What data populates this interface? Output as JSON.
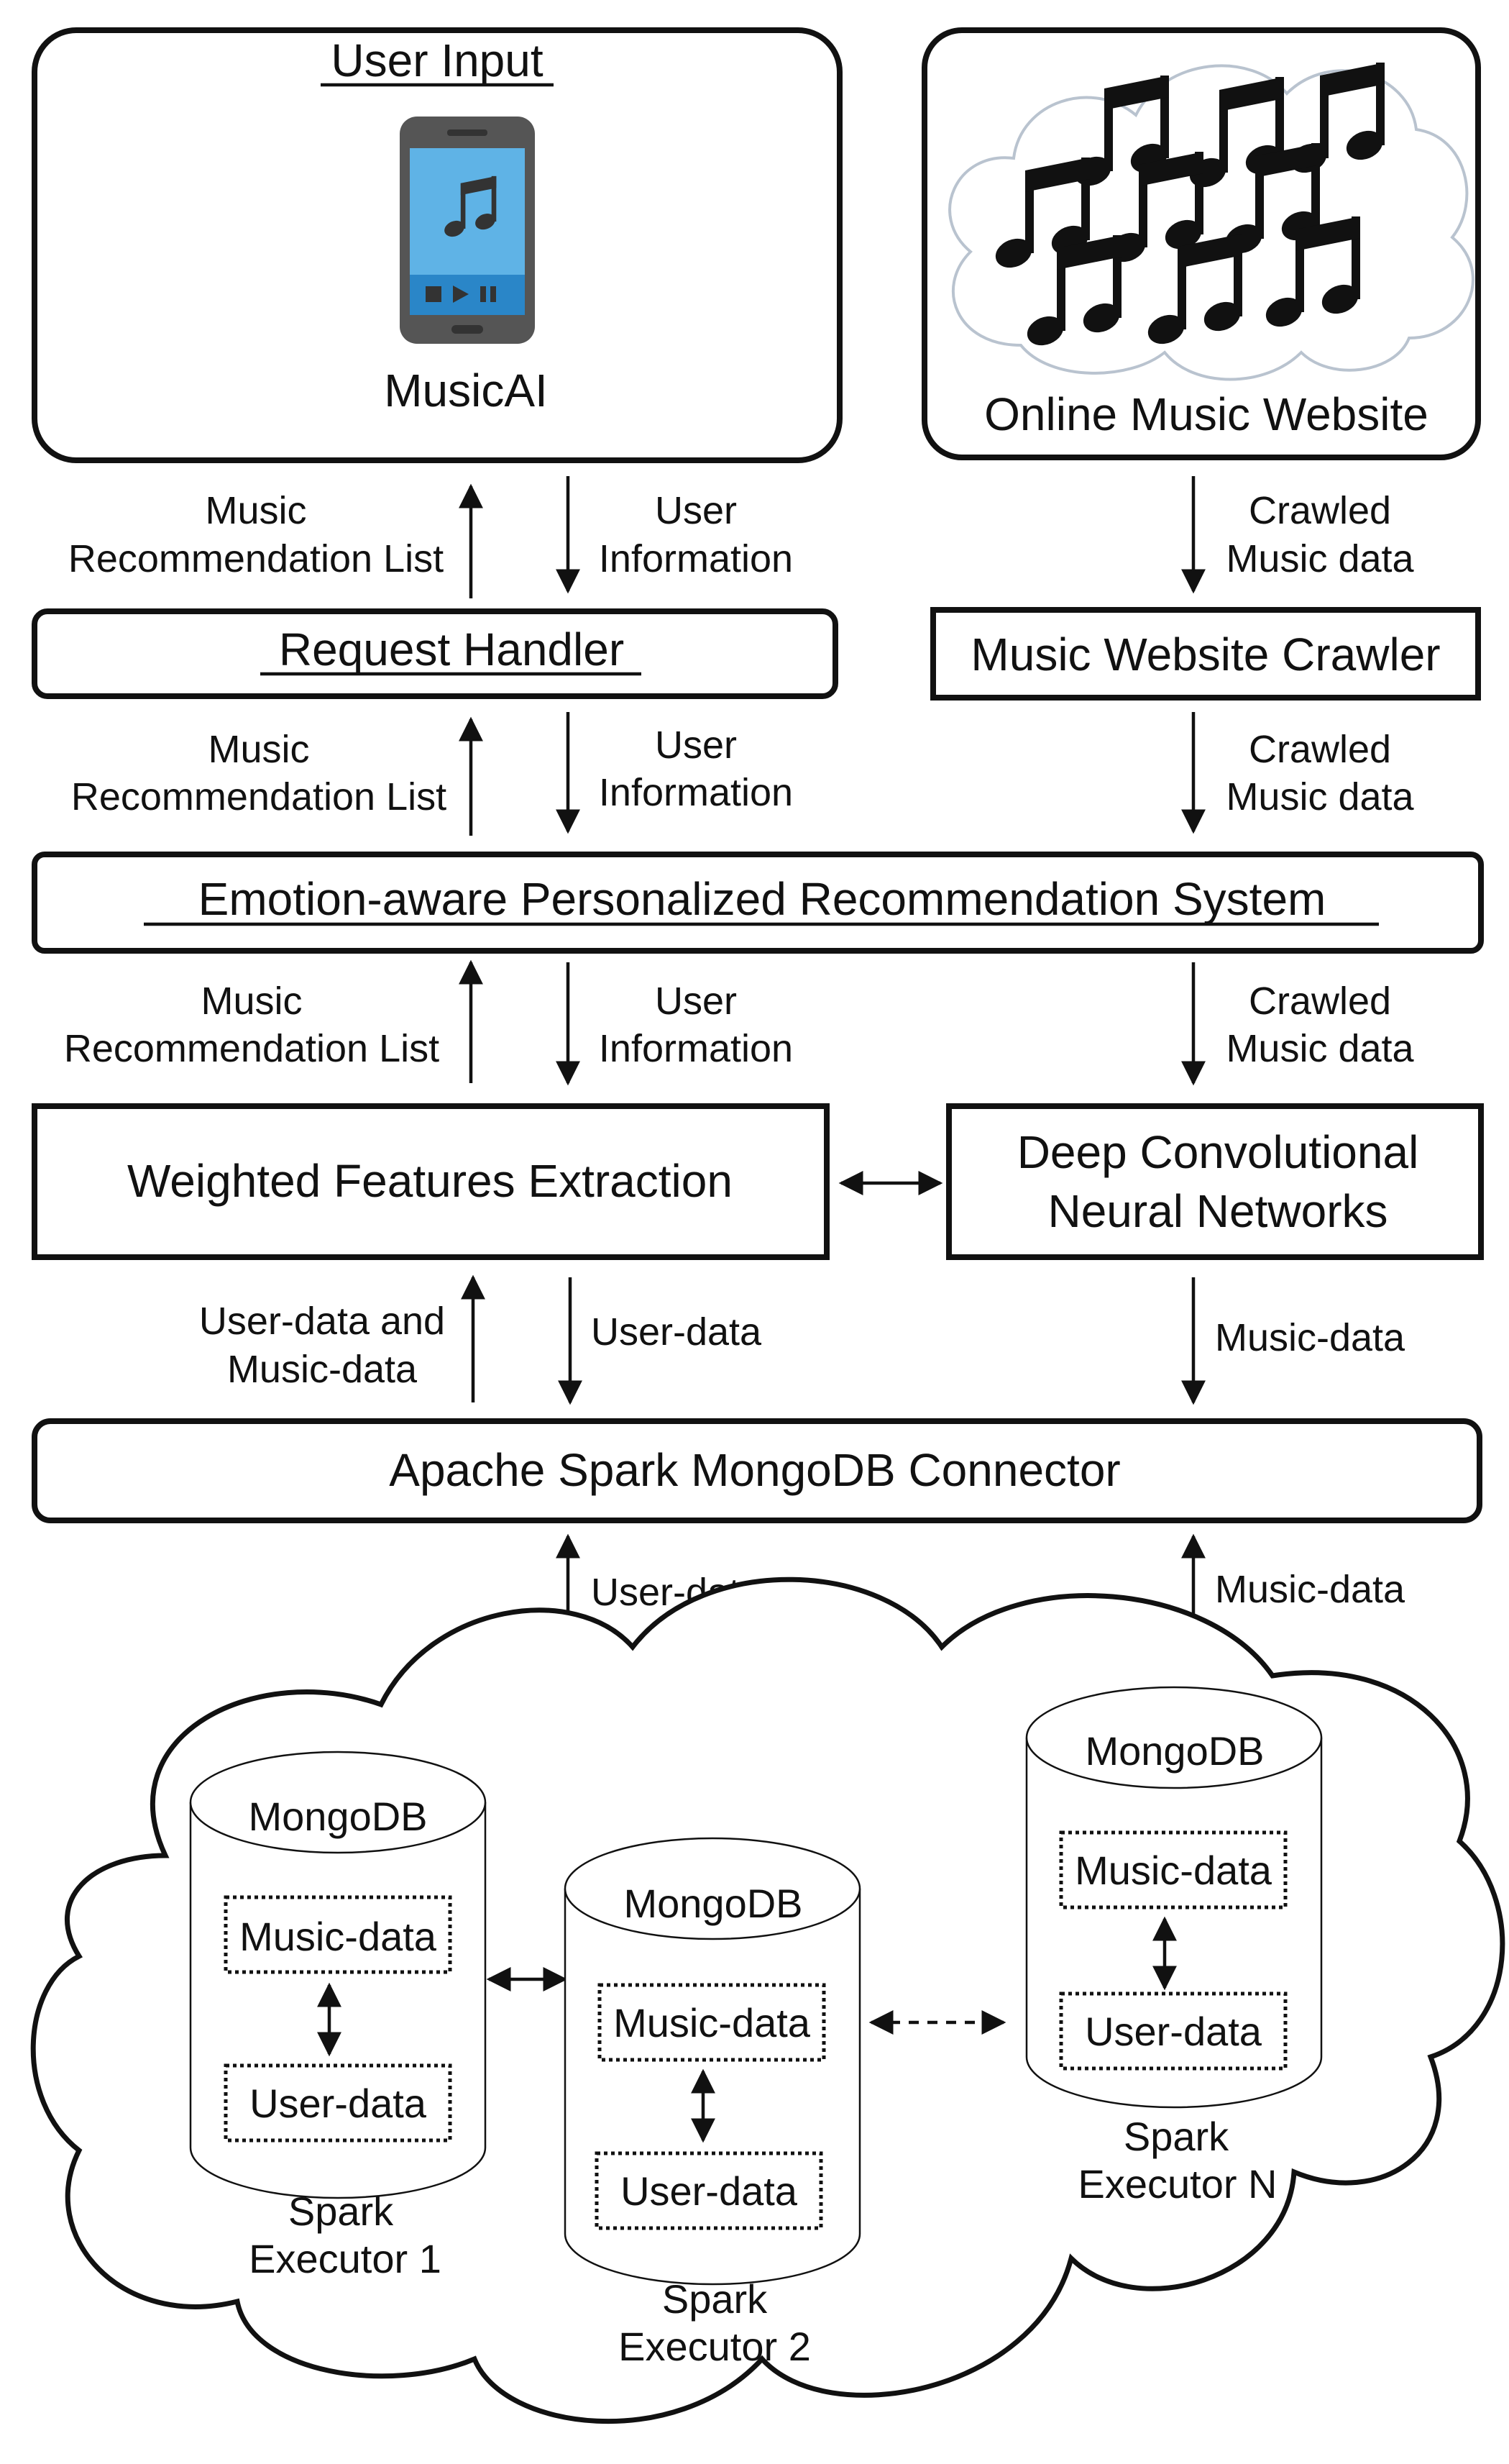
{
  "user_input": {
    "title": "User Input",
    "app_name": "MusicAI"
  },
  "online_music": {
    "label": "Online Music Website"
  },
  "request_handler": {
    "label": "Request Handler"
  },
  "crawler": {
    "label": "Music Website Crawler"
  },
  "recommendation_system": {
    "label": "Emotion-aware Personalized Recommendation System"
  },
  "feature_extraction": {
    "label": "Weighted Features Extraction"
  },
  "dcnn": {
    "line1": "Deep Convolutional",
    "line2": "Neural Networks"
  },
  "connector": {
    "label": "Apache Spark MongoDB Connector"
  },
  "arrow_labels": {
    "music": "Music",
    "recommendation_list": "Recommendation List",
    "user": "User",
    "information": "Information",
    "crawled": "Crawled",
    "music_data_lc": "Music data",
    "user_data_and": "User-data and",
    "music_data": "Music-data",
    "user_data": "User-data"
  },
  "executors": [
    {
      "db": "MongoDB",
      "top": "Music-data",
      "bottom": "User-data",
      "line1": "Spark",
      "line2": "Executor 1"
    },
    {
      "db": "MongoDB",
      "top": "Music-data",
      "bottom": "User-data",
      "line1": "Spark",
      "line2": "Executor 2"
    },
    {
      "db": "MongoDB",
      "top": "Music-data",
      "bottom": "User-data",
      "line1": "Spark",
      "line2": "Executor N"
    }
  ],
  "colors": {
    "stroke": "#111111",
    "phone_body": "#555555",
    "phone_screen": "#5fb3e6",
    "phone_bar": "#2a86c8",
    "cloud_outline": "#b9c3cf"
  }
}
